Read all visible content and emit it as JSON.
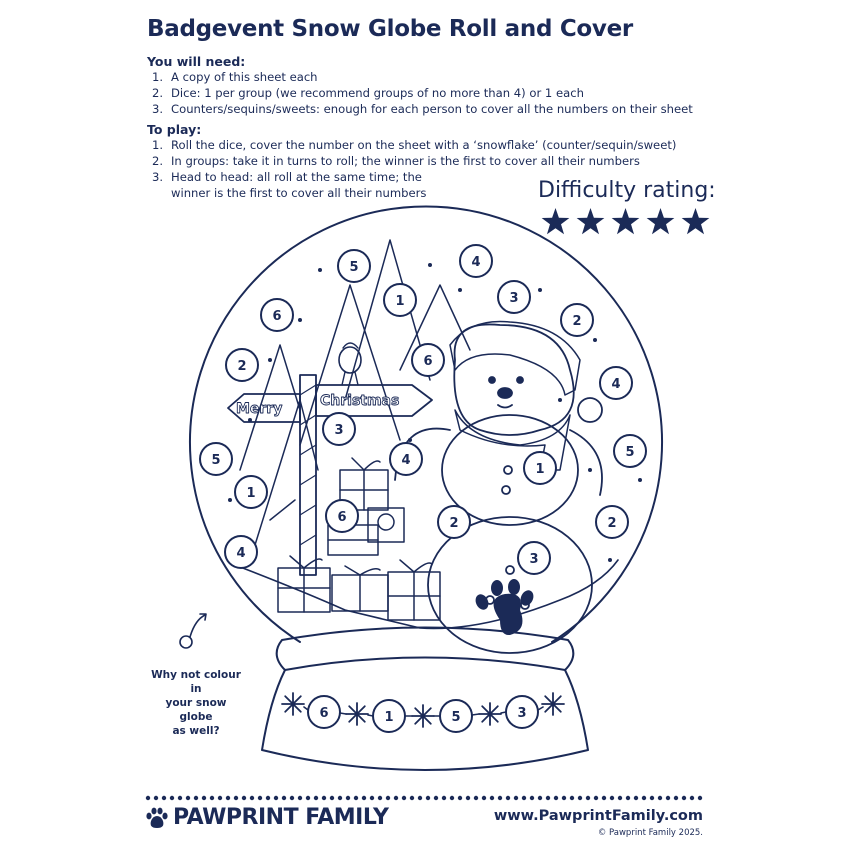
{
  "title": "Badgevent Snow Globe Roll and Cover",
  "need": {
    "heading": "You will need:",
    "items": [
      {
        "n": "1.",
        "text": "A copy of this sheet each"
      },
      {
        "n": "2.",
        "text": "Dice: 1 per group (we recommend groups of no more than 4) or 1 each"
      },
      {
        "n": "3.",
        "text": "Counters/sequins/sweets: enough for each person to cover all the numbers on their sheet"
      }
    ]
  },
  "play": {
    "heading": "To play:",
    "items": [
      {
        "n": "1.",
        "text": "Roll the dice, cover the number on the sheet with a ‘snowflake’ (counter/sequin/sweet)"
      },
      {
        "n": "2.",
        "text": "In groups: take it in turns to roll; the winner is the first to cover all their numbers"
      },
      {
        "n": "3.",
        "text": "Head to head: all roll at the same time; the\nwinner is the first to cover all their numbers"
      }
    ]
  },
  "difficulty": {
    "label": "Difficulty rating:",
    "stars": 5
  },
  "sign": {
    "left": "Merry",
    "right": "Christmas"
  },
  "globe_numbers": [
    "5",
    "4",
    "1",
    "3",
    "6",
    "2",
    "2",
    "6",
    "4",
    "3",
    "5",
    "4",
    "1",
    "5",
    "1",
    "6",
    "2",
    "2",
    "4",
    "3"
  ],
  "base_numbers": [
    "6",
    "1",
    "5",
    "3"
  ],
  "hint": "Why not colour in\nyour snow globe\nas well?",
  "footer": {
    "brand": "PAWPRINT FAMILY",
    "url": "www.PawprintFamily.com",
    "copyright": "© Pawprint Family 2025."
  },
  "colors": {
    "ink": "#1b2a57"
  }
}
